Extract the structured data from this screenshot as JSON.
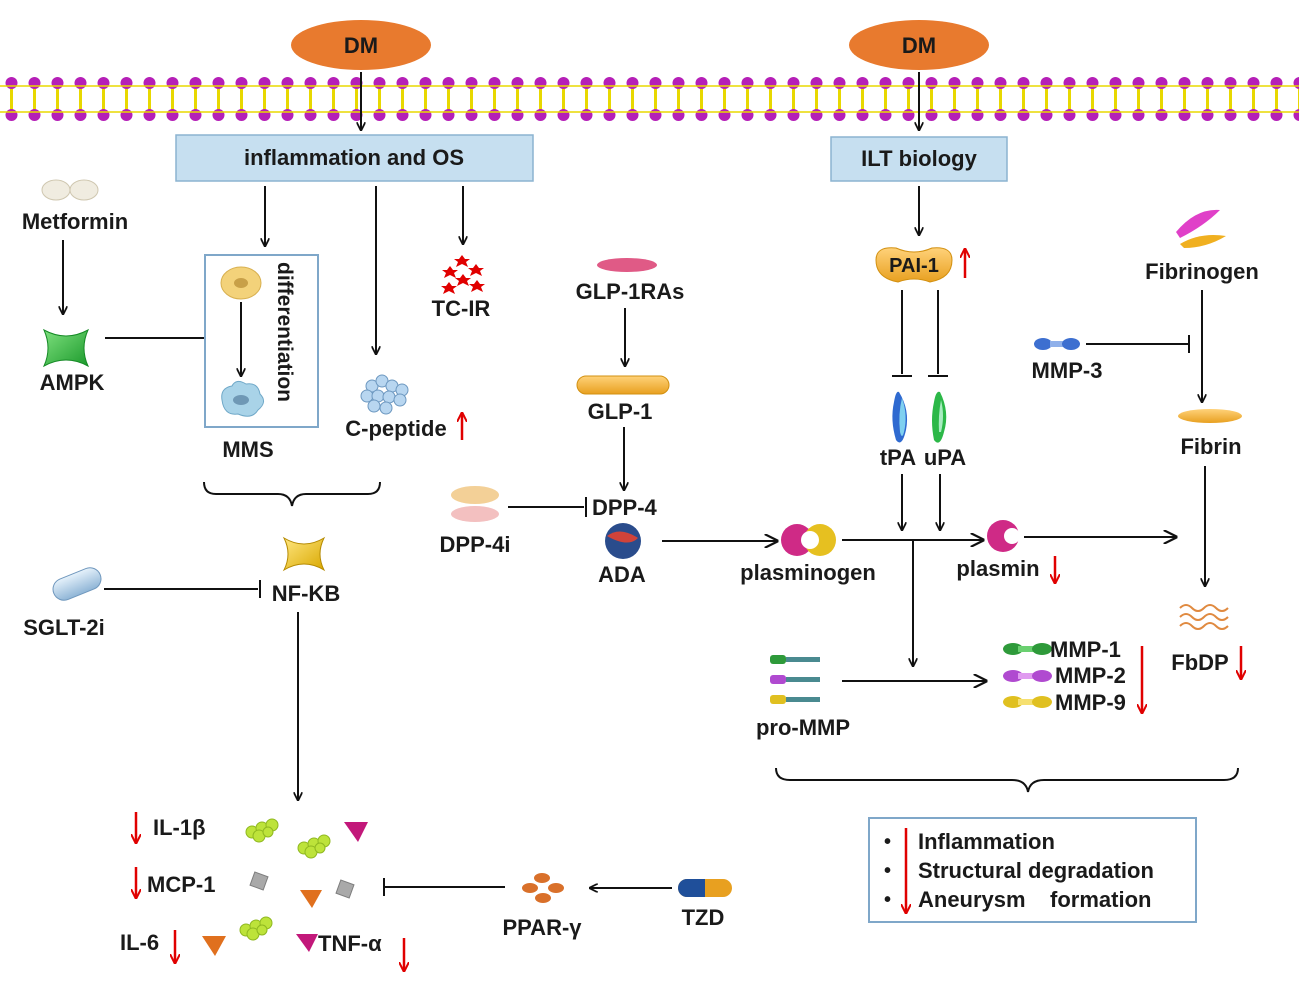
{
  "colors": {
    "dm_fill": "#e87a2e",
    "box_fill": "#c6dff0",
    "box_stroke": "#8cb3d0",
    "membrane_head": "#b51fb7",
    "membrane_tail": "#f0e000",
    "down_arrow": "#e00000",
    "up_arrow": "#e00000"
  },
  "membrane": {
    "label_left": "DM",
    "label_right": "DM"
  },
  "left": {
    "process_box": "inflammation and OS",
    "metformin": "Metformin",
    "ampk": "AMPK",
    "differentiation": "differentiation",
    "mms": "MMS",
    "c_peptide": "C-peptide",
    "tc_ir": "TC-IR",
    "nfkb": "NF-KB",
    "sglt2i": "SGLT-2i",
    "cytokines": {
      "il1b": "IL-1β",
      "mcp1": "MCP-1",
      "il6": "IL-6",
      "tnfa": "TNF-α"
    },
    "ppar": "PPAR-γ",
    "tzd": "TZD"
  },
  "middle": {
    "glp1ras": "GLP-1RAs",
    "glp1": "GLP-1",
    "dpp4": "DPP-4",
    "dpp4i": "DPP-4i",
    "ada": "ADA",
    "plasminogen": "plasminogen",
    "plasmin": "plasmin"
  },
  "right": {
    "process_box": "ILT biology",
    "pai1": "PAI-1",
    "tpa": "tPA",
    "upa": "uPA",
    "fibrinogen": "Fibrinogen",
    "mmp3": "MMP-3",
    "fibrin": "Fibrin",
    "fbdp": "FbDP",
    "pro_mmp": "pro-MMP",
    "mmp1": "MMP-1",
    "mmp2": "MMP-2",
    "mmp9": "MMP-9"
  },
  "outcomes": {
    "bullet": "•",
    "items": [
      "Inflammation",
      "Structural degradation",
      "Aneurysm    formation"
    ]
  }
}
